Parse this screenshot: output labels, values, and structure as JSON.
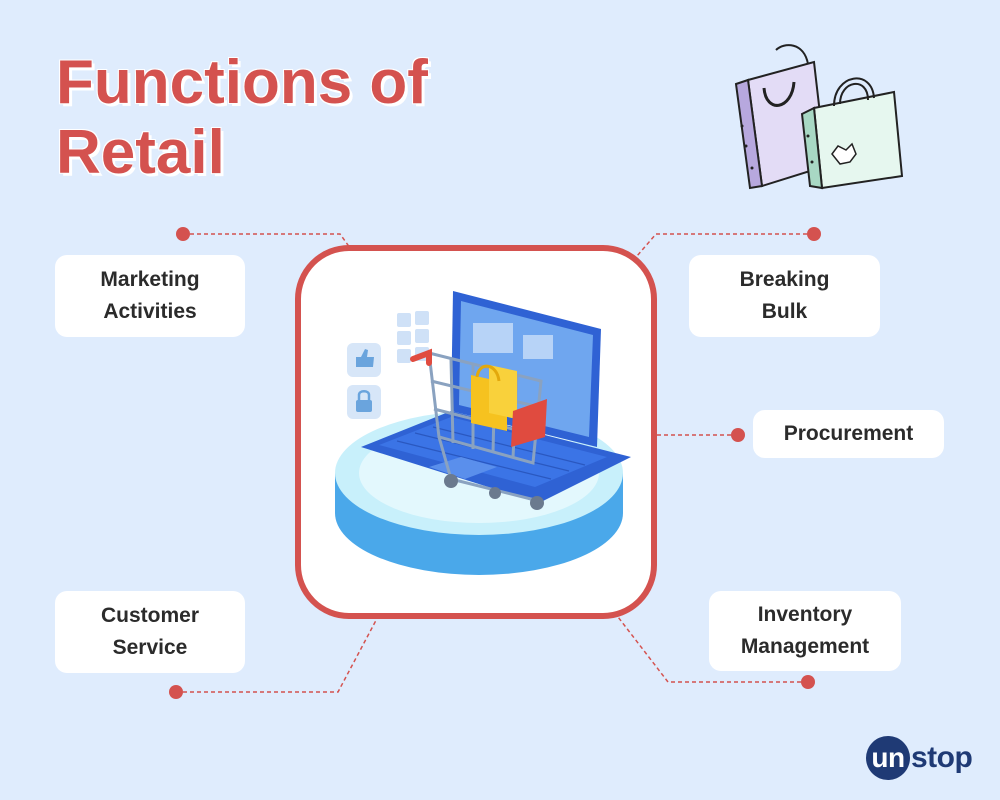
{
  "title": {
    "line1": "Functions of",
    "line2": "Retail"
  },
  "labels": {
    "marketing": {
      "line1": "Marketing",
      "line2": "Activities"
    },
    "breaking_bulk": {
      "line1": "Breaking",
      "line2": "Bulk"
    },
    "procurement": "Procurement",
    "customer_service": {
      "line1": "Customer",
      "line2": "Service"
    },
    "inventory": {
      "line1": "Inventory",
      "line2": "Management"
    }
  },
  "logo": {
    "circle_text": "un",
    "rest_text": "stop"
  },
  "colors": {
    "background": "#dfecfd",
    "accent": "#d4524f",
    "box": "#ffffff",
    "logo": "#1f3a75"
  },
  "icons": [
    "shopping-bags-icon",
    "shopping-cart-icon",
    "laptop-icon",
    "thumbs-up-icon",
    "lock-icon"
  ]
}
